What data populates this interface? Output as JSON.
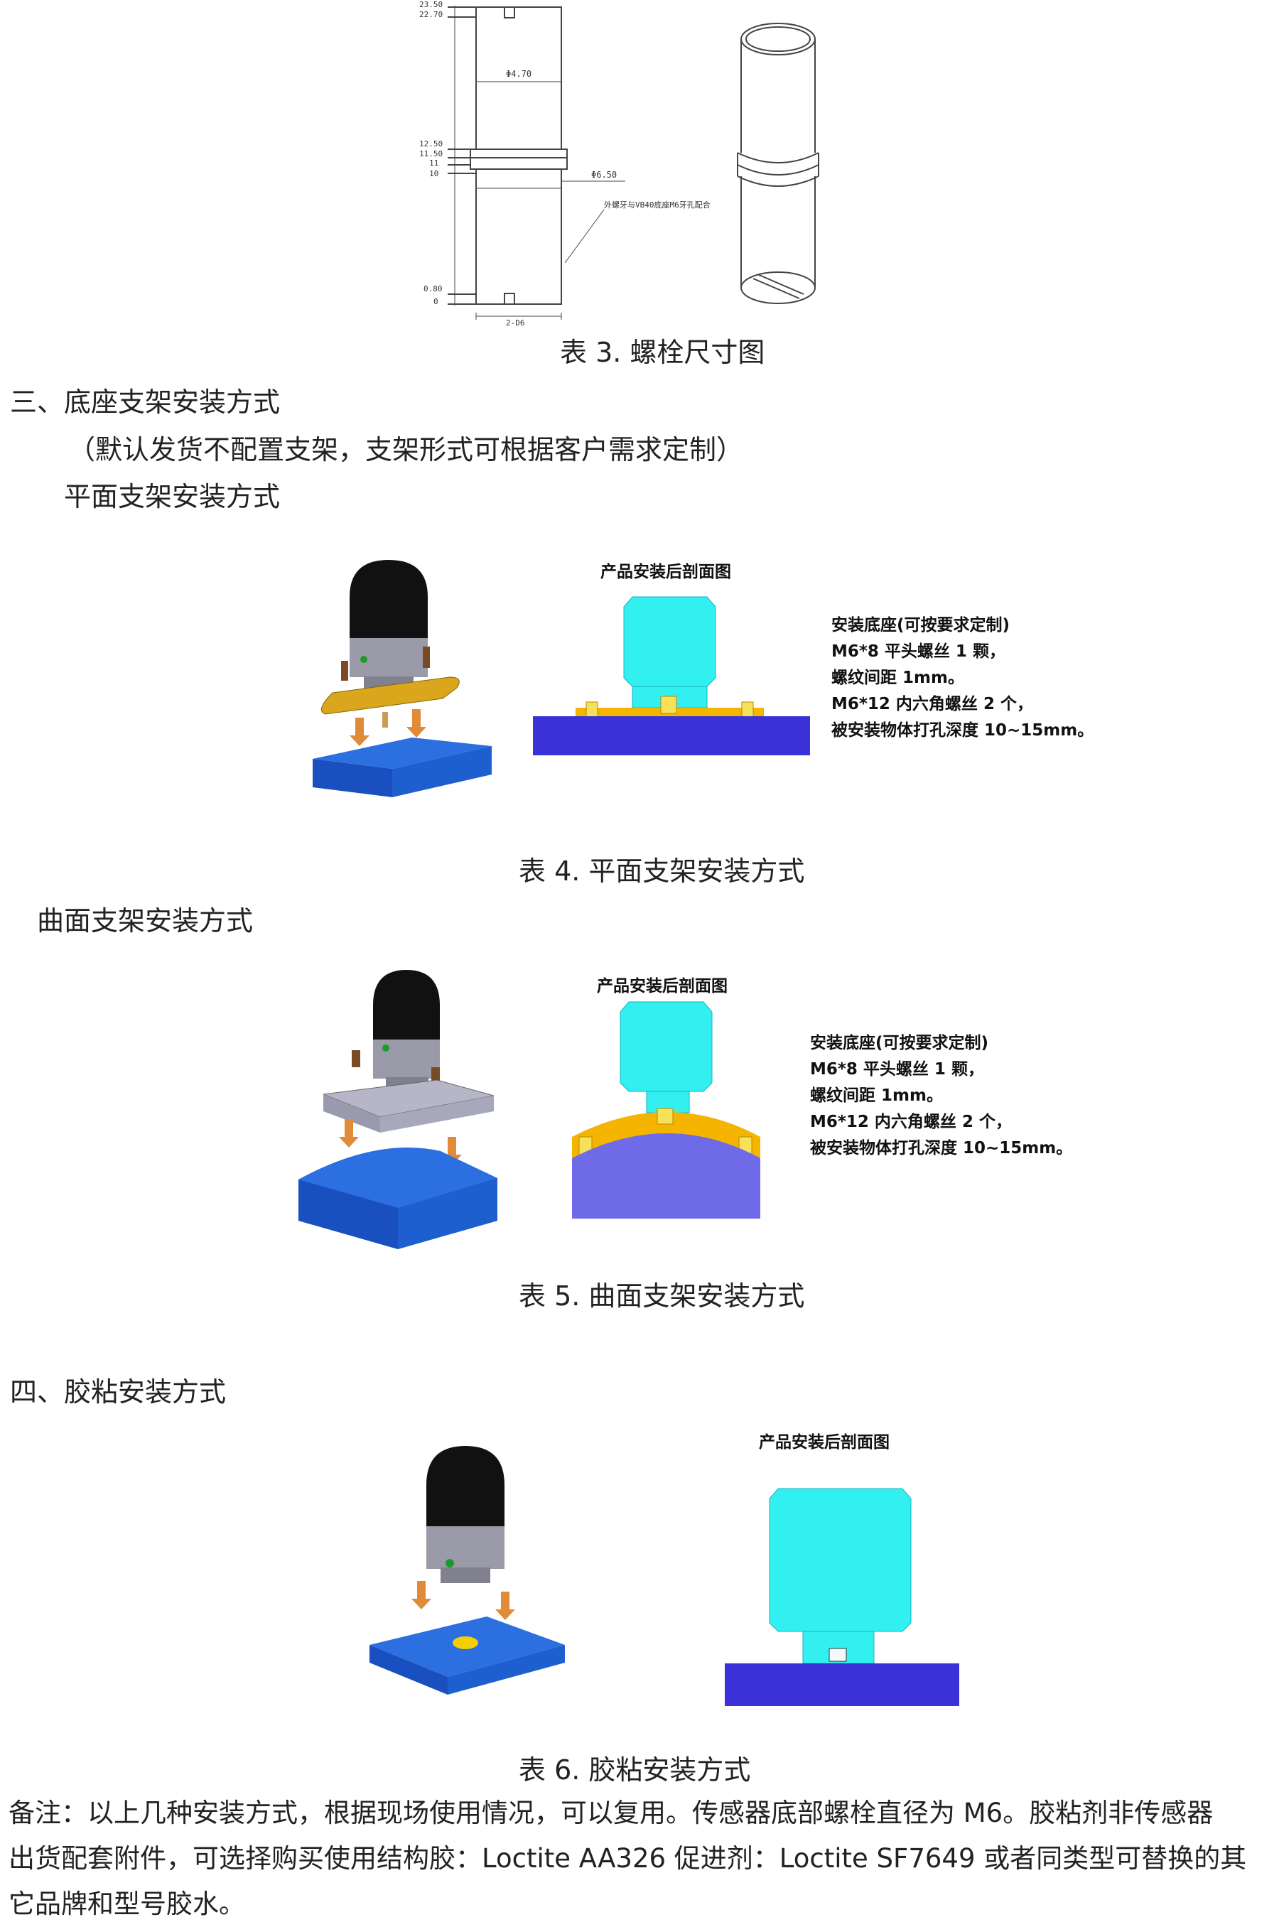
{
  "bolt_drawing": {
    "dims_top": [
      "23.50",
      "22.70"
    ],
    "dims_mid": [
      "12.50",
      "11.50",
      "11",
      "10"
    ],
    "dims_bottom": [
      "0.80",
      "0"
    ],
    "dia_inner": "Φ4.70",
    "dia_outer": "Φ6.50",
    "thread_note": "外螺牙与VB40底座M6牙孔配合",
    "width_dim": "2-D6"
  },
  "captions": {
    "fig3": "表 3. 螺栓尺寸图",
    "fig4": "表 4. 平面支架安装方式",
    "fig5": "表 5. 曲面支架安装方式",
    "fig6": "表 6. 胶粘安装方式"
  },
  "sections": {
    "s3_title": "三、底座支架安装方式",
    "s3_note": "（默认发货不配置支架，支架形式可根据客户需求定制）",
    "flat_title": "平面支架安装方式",
    "curved_title": "曲面支架安装方式",
    "s4_title": "四、胶粘安装方式"
  },
  "section_view_title": "产品安装后剖面图",
  "install_notes": [
    "安装底座(可按要求定制)",
    "M6*8 平头螺丝 1 颗，",
    "螺纹间距 1mm。",
    "M6*12 内六角螺丝 2 个，",
    "被安装物体打孔深度 10~15mm。"
  ],
  "remark": [
    "备注：以上几种安装方式，根据现场使用情况，可以复用。传感器底部螺栓直径为 M6。胶粘剂非传感器",
    "出货配套附件，可选择购买使用结构胶：Loctite AA326 促进剂：Loctite SF7649 或者同类型可替换的其",
    "它品牌和型号胶水。"
  ],
  "colors": {
    "sensor_body": "#33f0f0",
    "bracket": "#f4b400",
    "base_block": "#3a32d8",
    "block_3d": "#1e5fd0"
  }
}
